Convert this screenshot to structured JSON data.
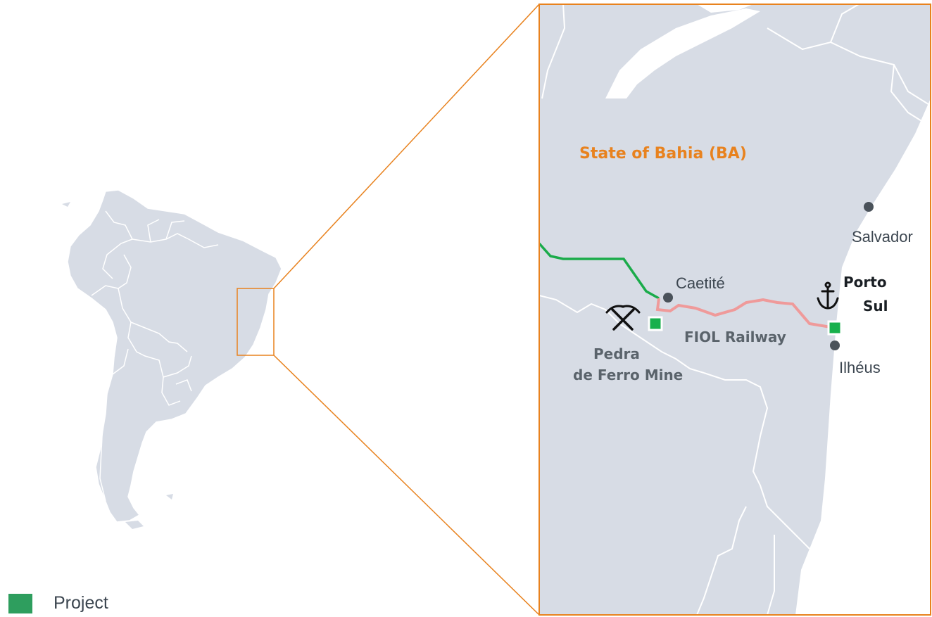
{
  "colors": {
    "land": "#d7dce5",
    "border": "#ffffff",
    "highlight": "#e8821e",
    "project": "#17b04c",
    "legend_swatch": "#2e9e5e",
    "railway_existing": "#1aab4a",
    "railway_fiol": "#ef9a9a",
    "city_dot": "#4a525a"
  },
  "map": {
    "state_label": "State of Bahia (BA)",
    "cities": [
      {
        "name": "Salvador"
      },
      {
        "name": "Caetité"
      },
      {
        "name": "Ilhéus"
      }
    ],
    "pedra": {
      "line1": "Pedra",
      "line2": "de Ferro Mine",
      "icon": "pickaxe-icon"
    },
    "porto": {
      "line1": "Porto",
      "line2": "Sul",
      "icon": "anchor-icon"
    },
    "railway_label": "FIOL Railway"
  },
  "legend": {
    "label": "Project"
  }
}
